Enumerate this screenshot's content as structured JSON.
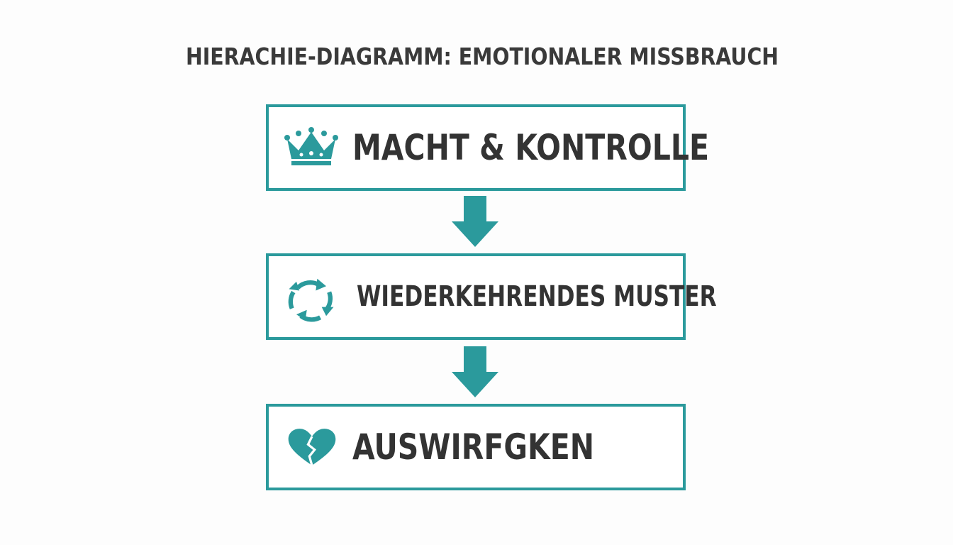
{
  "title": "HIERACHIE-DIAGRAMM: EMOTIONALER MISSBRAUCH",
  "colors": {
    "accent": "#2b9a9c",
    "text": "#333333"
  },
  "levels": [
    {
      "label": "MACHT & KONTROLLE",
      "icon": "crown-icon"
    },
    {
      "label": "WIEDERKEHRENDES MUSTER",
      "icon": "cycle-arrows-icon"
    },
    {
      "label": "AUSWIRFGKEN",
      "icon": "broken-heart-icon"
    }
  ]
}
